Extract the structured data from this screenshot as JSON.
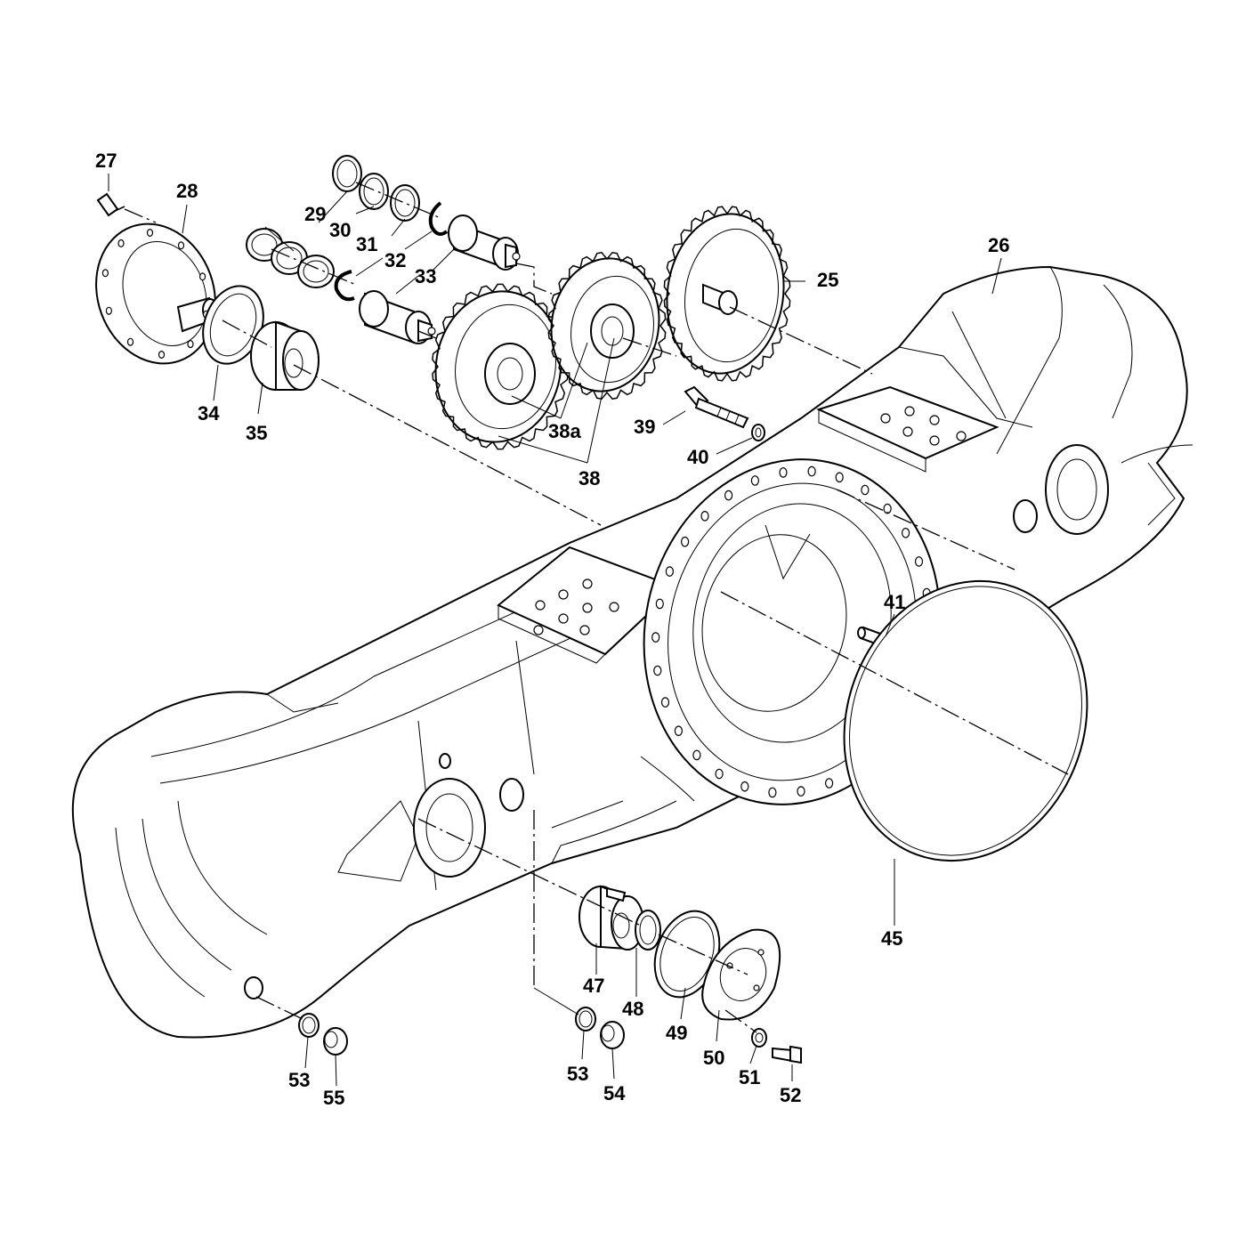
{
  "labels": {
    "l25": "25",
    "l26": "26",
    "l27": "27",
    "l28": "28",
    "l29": "29",
    "l30": "30",
    "l31": "31",
    "l32": "32",
    "l33": "33",
    "l34": "34",
    "l35": "35",
    "l38": "38",
    "l38a": "38a",
    "l39": "39",
    "l40": "40",
    "l41": "41",
    "l45": "45",
    "l47": "47",
    "l48": "48",
    "l49": "49",
    "l50": "50",
    "l51": "51",
    "l52": "52",
    "l53a": "53",
    "l53b": "53",
    "l54": "54",
    "l55": "55"
  },
  "colors": {
    "ink": "#000000",
    "paper": "#ffffff"
  }
}
